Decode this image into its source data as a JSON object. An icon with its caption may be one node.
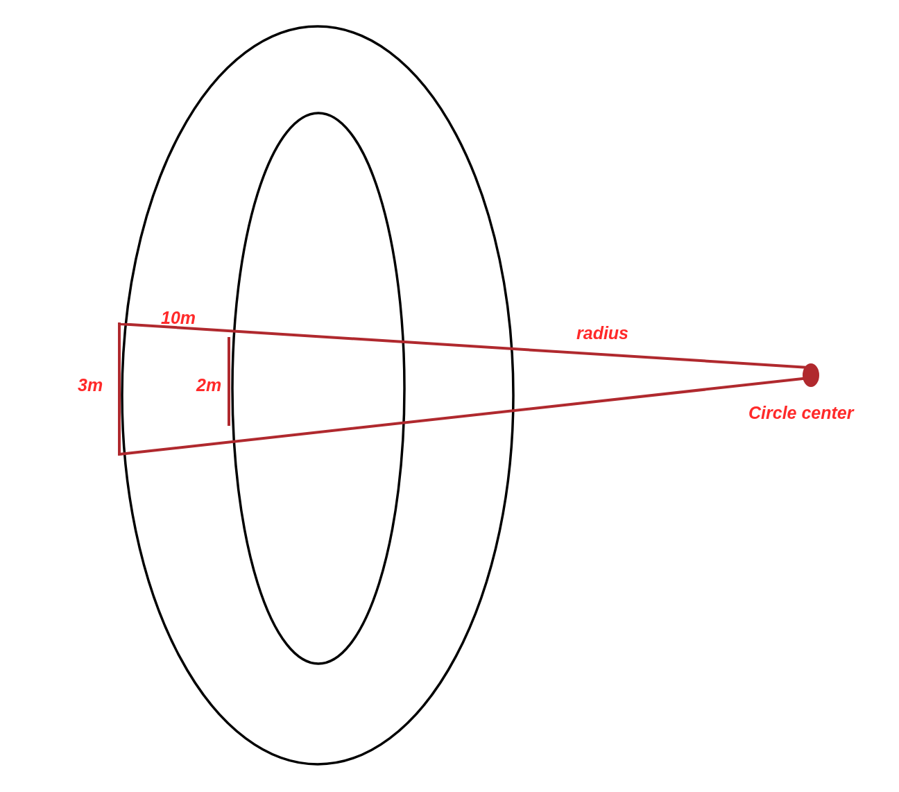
{
  "diagram": {
    "labels": [
      "10m",
      "radius",
      "3m",
      "2m",
      "Circle center"
    ]
  }
}
